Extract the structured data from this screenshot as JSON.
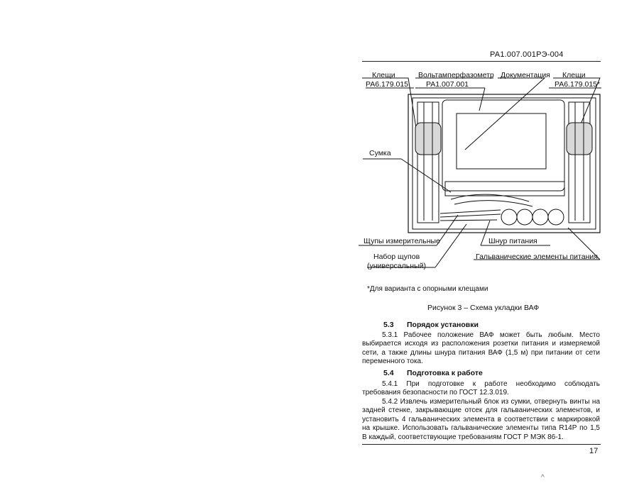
{
  "header": {
    "doc_code": "РА1.007.001РЭ-004"
  },
  "figure": {
    "labels": {
      "clamp_left": "Клещи",
      "clamp_left_code": "РА6.179.015",
      "meter": "Вольтамперфазометр",
      "meter_code": "РА1.007.001",
      "docs": "Документация",
      "clamp_right": "Клещи",
      "clamp_right_code": "РА6.179.015*",
      "bag": "Сумка",
      "probes": "Щупы измерительные",
      "probe_set": "Набор щупов",
      "probe_set_sub": "(универсальный)",
      "power_cord": "Шнур питания",
      "batteries": "Гальванические элементы питания"
    },
    "footnote": "*Для варианта с опорными клещами",
    "caption": "Рисунок 3 – Схема укладки ВАФ"
  },
  "sections": [
    {
      "num": "5.3",
      "title": "Порядок установки",
      "paragraphs": [
        "5.3.1       Рабочее положение ВАФ может быть любым. Место выбирается исходя из расположения розетки питания и измеряемой сети, а также длины шнура питания ВАФ (1,5 м) при питании от сети переменного тока."
      ]
    },
    {
      "num": "5.4",
      "title": "Подготовка к работе",
      "paragraphs": [
        "5.4.1       При подготовке к работе необходимо соблюдать требования безопасности по ГОСТ 12.3.019.",
        "5.4.2       Извлечь измерительный блок из сумки, отвернуть винты на задней стенке, закрывающие отсек для гальванических элементов, и установить 4 гальванических элемента в соответствии с маркировкой на крышке. Использовать гальванические элементы типа R14P по 1,5 В каждый, соответствующие требованиям ГОСТ Р МЭК 86-1."
      ]
    }
  ],
  "footer": {
    "page_number": "17"
  },
  "stray_mark": "^"
}
